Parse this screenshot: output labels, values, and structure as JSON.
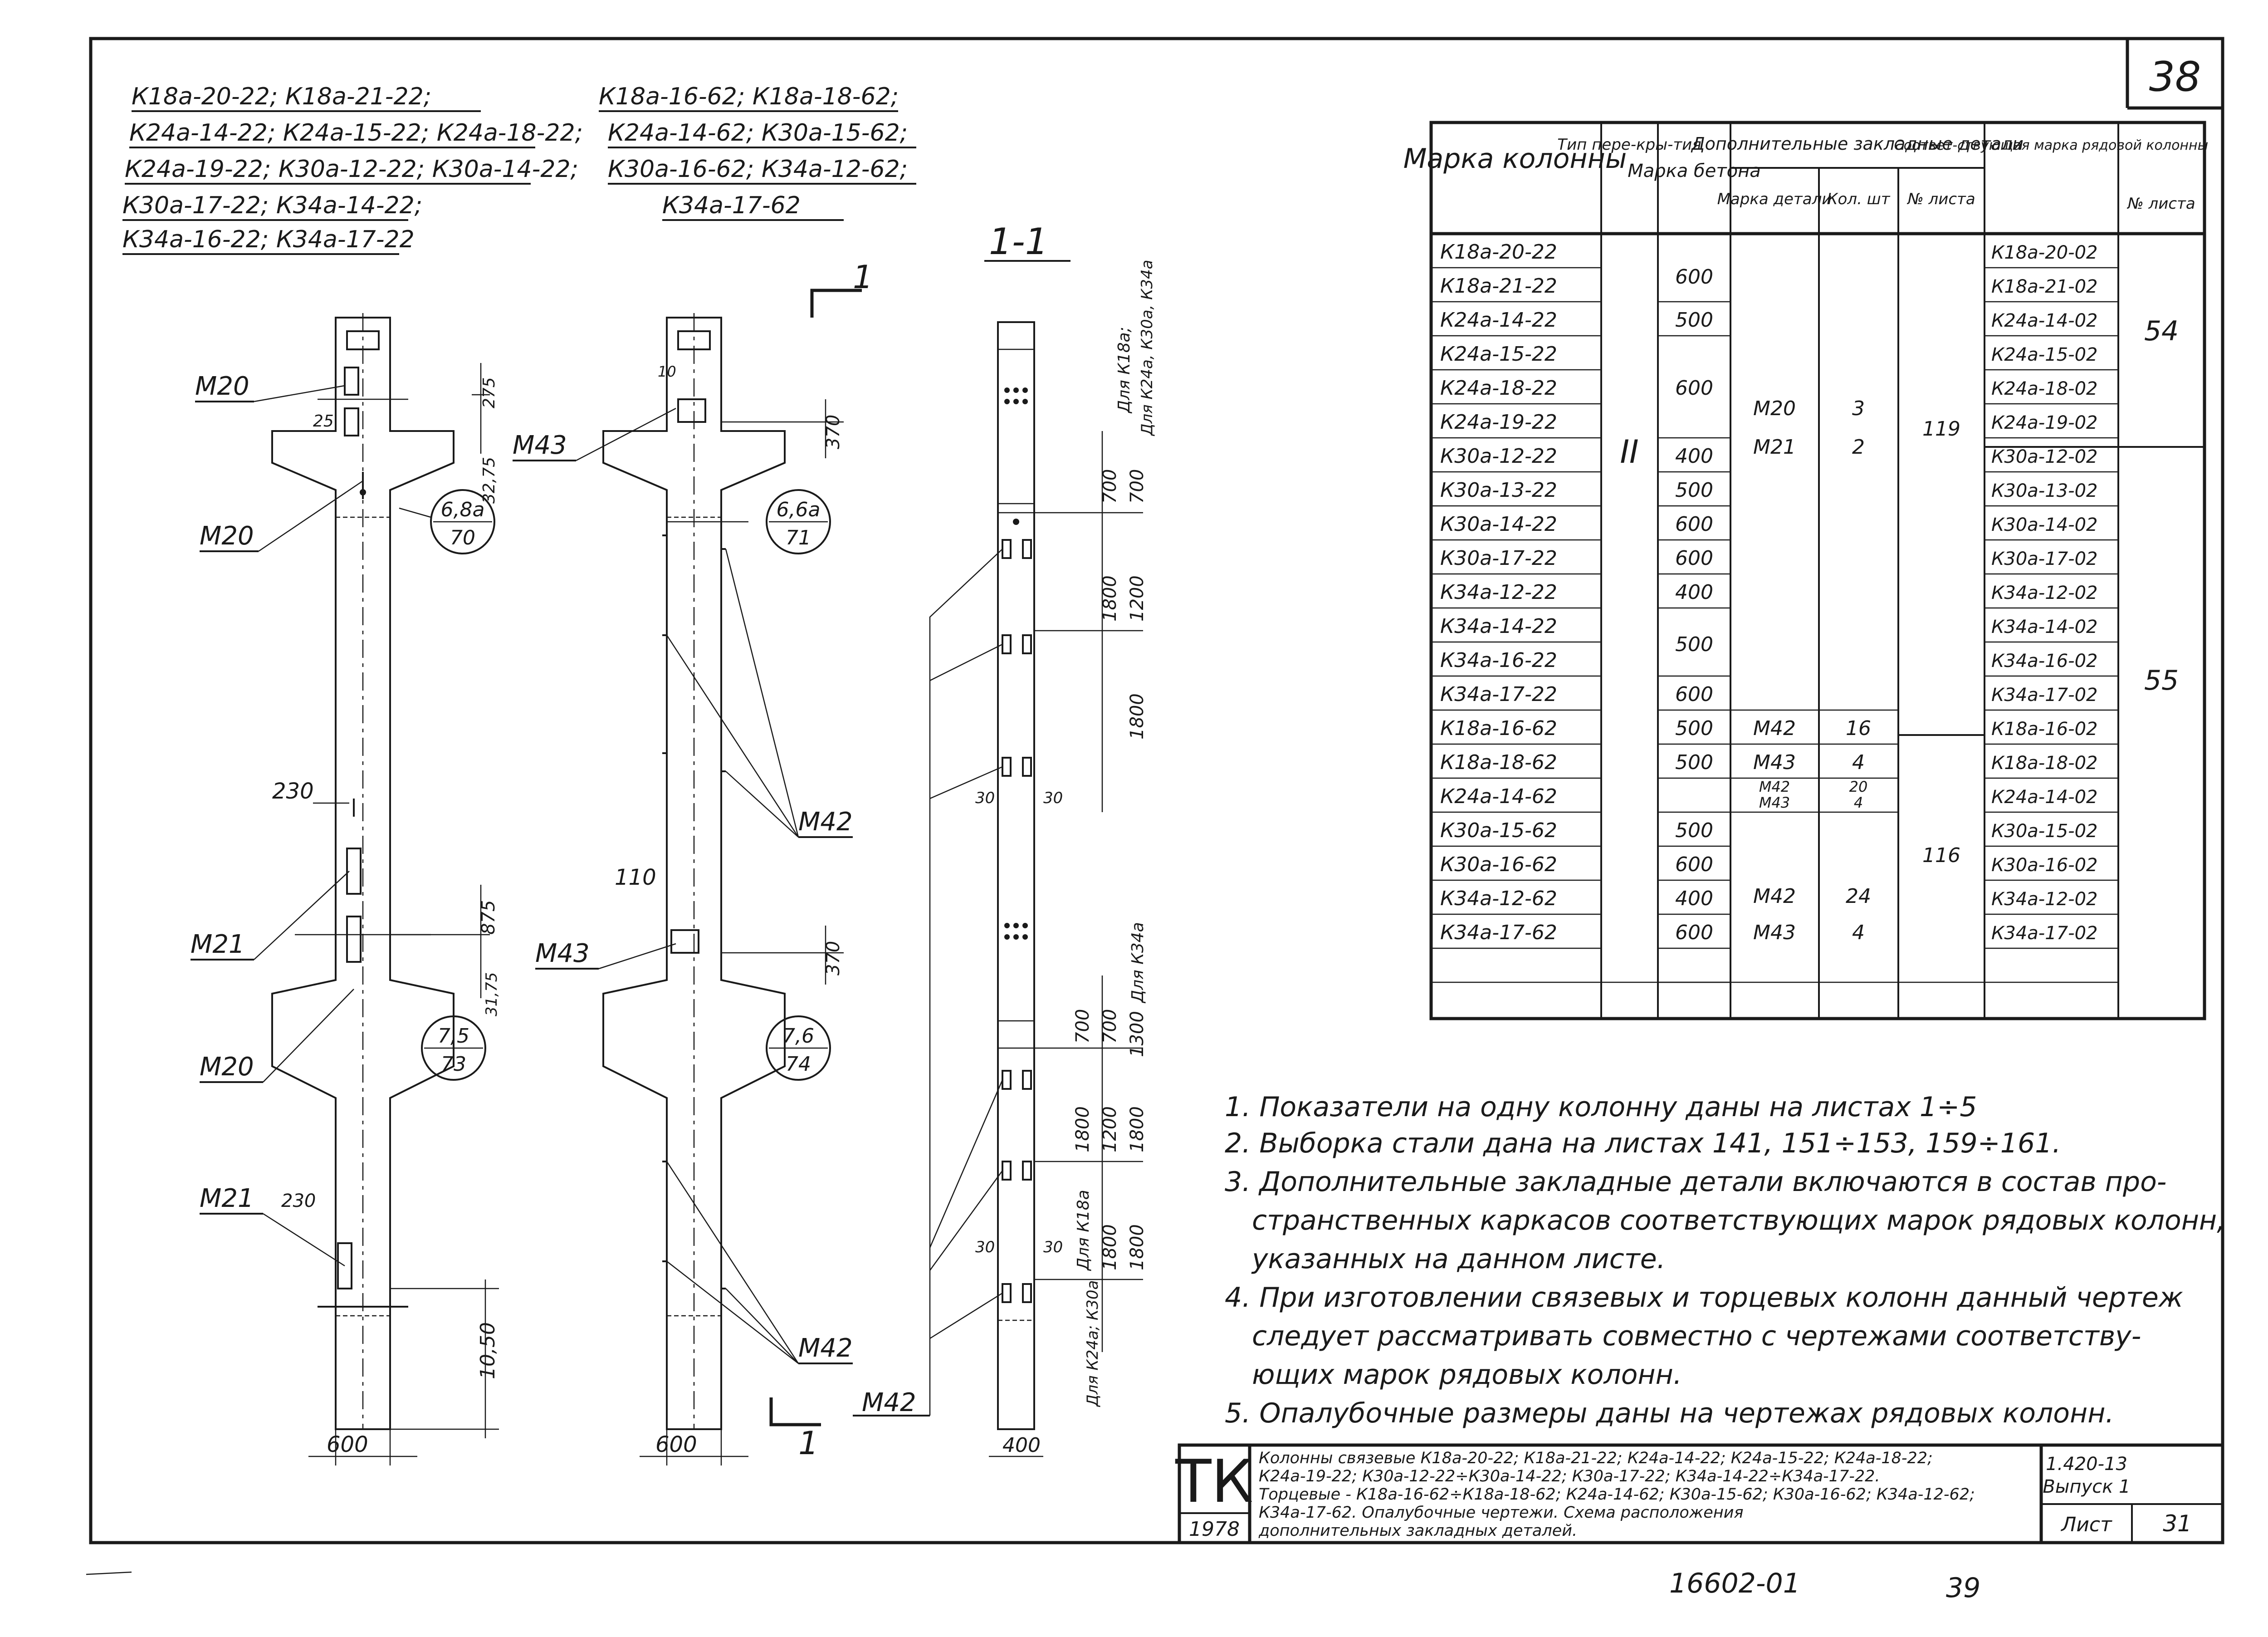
{
  "sheet": {
    "page_number": "38",
    "doc_code": "1.420-13",
    "issue": "Выпуск 1",
    "sheet_label": "Лист",
    "sheet_no": "31",
    "tk_logo": "ТК",
    "year": "1978",
    "bottom_stamp": "16602-01",
    "bottom_page": "39"
  },
  "headers": {
    "group1": [
      "К18а-20-22; К18а-21-22;",
      "К24а-14-22; К24а-15-22; К24а-18-22;",
      "К24а-19-22; К30а-12-22; К30а-14-22;",
      "К30а-17-22; К34а-14-22;",
      "К34а-16-22; К34а-17-22"
    ],
    "group2": [
      "К18а-16-62; К18а-18-62;",
      "К24а-14-62; К30а-15-62;",
      "К30а-16-62; К34а-12-62;",
      "К34а-17-62"
    ],
    "section": "1-1",
    "cut_mark": "1"
  },
  "labels": {
    "m20": "М20",
    "m21": "М21",
    "m42": "М42",
    "m43": "М43",
    "d230": "230",
    "d110": "110",
    "d30": "30",
    "d10": "10",
    "d25": "25",
    "w600": "600",
    "w400": "400",
    "h1050": "10,50",
    "d875": "875",
    "d3275": "32,75",
    "d275": "275",
    "d3175": "31,75",
    "d370": "370",
    "d700": "700",
    "d1200": "1200",
    "d1800": "1800",
    "d1300": "1300",
    "callout1_top": "6,8а",
    "callout1_bot": "70",
    "callout2_top": "7,5",
    "callout2_bot": "73",
    "callout3_top": "6,6а",
    "callout3_bot": "71",
    "callout4_top": "7,6",
    "callout4_bot": "74",
    "for_k18": "Для К18а;",
    "for_k24": "Для К24а, К30а, К34а",
    "for_k34": "Для К34а",
    "for_k18b": "Для К18а",
    "for_k24b": "Для К24а; К30а"
  },
  "table": {
    "headers": {
      "mark": "Марка колонны",
      "type": "Тип пере-кры-тия",
      "concrete": "Марка бетона",
      "extra": "Дополнительные закладные детали",
      "part_mark": "Марка детали",
      "qty": "Кол. шт",
      "sheet": "№ листа",
      "corr": "Соответ-ствующая марка рядовой колонны",
      "sheet2": "№ листа"
    },
    "type_value": "II",
    "rows": [
      {
        "mark": "К18а-20-22",
        "corr": "К18а-20-02"
      },
      {
        "mark": "К18а-21-22",
        "corr": "К18а-21-02"
      },
      {
        "mark": "К24а-14-22",
        "corr": "К24а-14-02"
      },
      {
        "mark": "К24а-15-22",
        "corr": "К24а-15-02"
      },
      {
        "mark": "К24а-18-22",
        "corr": "К24а-18-02"
      },
      {
        "mark": "К24а-19-22",
        "corr": "К24а-19-02"
      },
      {
        "mark": "К30а-12-22",
        "corr": "К30а-12-02"
      },
      {
        "mark": "К30а-13-22",
        "corr": "К30а-13-02"
      },
      {
        "mark": "К30а-14-22",
        "corr": "К30а-14-02"
      },
      {
        "mark": "К30а-17-22",
        "corr": "К30а-17-02"
      },
      {
        "mark": "К34а-12-22",
        "corr": "К34а-12-02"
      },
      {
        "mark": "К34а-14-22",
        "corr": "К34а-14-02"
      },
      {
        "mark": "К34а-16-22",
        "corr": "К34а-16-02"
      },
      {
        "mark": "К34а-17-22",
        "corr": "К34а-17-02"
      },
      {
        "mark": "К18а-16-62",
        "corr": "К18а-16-02"
      },
      {
        "mark": "К18а-18-62",
        "corr": "К18а-18-02"
      },
      {
        "mark": "К24а-14-62",
        "corr": "К24а-14-02"
      },
      {
        "mark": "К30а-15-62",
        "corr": "К30а-15-02"
      },
      {
        "mark": "К30а-16-62",
        "corr": "К30а-16-02"
      },
      {
        "mark": "К34а-12-62",
        "corr": "К34а-12-02"
      },
      {
        "mark": "К34а-17-62",
        "corr": "К34а-17-02"
      }
    ],
    "concrete": [
      "600",
      "500",
      "600",
      "400",
      "500",
      "600",
      "600",
      "400",
      "500",
      "600",
      "500",
      "500",
      "500",
      "600",
      "400",
      "600"
    ],
    "part_top_1": "М20",
    "part_top_2": "М21",
    "qty_top_1": "3",
    "qty_top_2": "2",
    "sheet_top": "119",
    "part_r15_a": "М42",
    "qty_r15_a": "16",
    "part_r16_a": "М43",
    "qty_r16_a": "4",
    "part_r17_a": "М42",
    "part_r17_b": "М43",
    "qty_r17_a": "20",
    "qty_r17_b": "4",
    "part_bot_1": "М42",
    "part_bot_2": "М43",
    "qty_bot_1": "24",
    "qty_bot_2": "4",
    "sheet_bot": "116",
    "sheet2_a": "54",
    "sheet2_b": "55"
  },
  "notes": [
    "1. Показатели на одну колонну даны на листах 1÷5",
    "2. Выборка стали дана на листах 141, 151÷153, 159÷161.",
    "3. Дополнительные закладные детали включаются в состав про-",
    "странственных каркасов соответствующих марок рядовых колонн,",
    "указанных на данном листе.",
    "4. При изготовлении связевых и торцевых колонн данный чертеж",
    "следует рассматривать совместно с чертежами соответству-",
    "ющих марок рядовых колонн.",
    "5. Опалубочные размеры даны на чертежах рядовых колонн."
  ],
  "title_block": [
    "Колонны связевые К18а-20-22; К18а-21-22; К24а-14-22; К24а-15-22; К24а-18-22;",
    "К24а-19-22; К30а-12-22÷К30а-14-22; К30а-17-22; К34а-14-22÷К34а-17-22.",
    "Торцевые - К18а-16-62÷К18а-18-62; К24а-14-62; К30а-15-62; К30а-16-62; К34а-12-62;",
    "К34а-17-62. Опалубочные чертежи. Схема расположения",
    "дополнительных закладных деталей."
  ]
}
